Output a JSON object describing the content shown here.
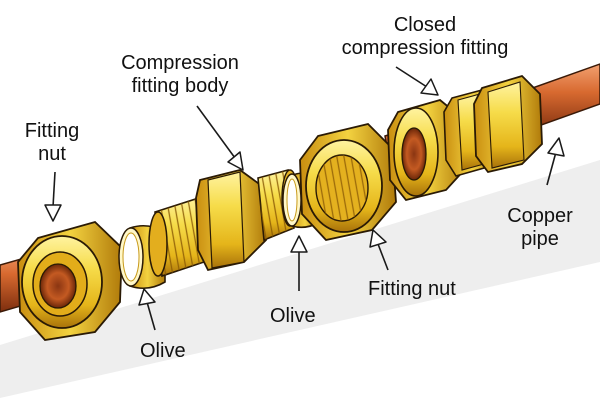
{
  "labels": {
    "fitting_nut_left": [
      "Fitting",
      "nut"
    ],
    "compression_body": [
      "Compression",
      "fitting body"
    ],
    "closed_fitting": [
      "Closed",
      "compression fitting"
    ],
    "copper_pipe": [
      "Copper",
      "pipe"
    ],
    "olive_left": "Olive",
    "olive_center": "Olive",
    "fitting_nut_right": "Fitting nut"
  },
  "colors": {
    "brass_light": "#f7e25a",
    "brass_mid": "#e9b819",
    "brass_dark": "#b07a0a",
    "copper_light": "#ea8a50",
    "copper_dark": "#8a3512",
    "floor": "#eeeeee",
    "outline": "#2a1a05"
  }
}
